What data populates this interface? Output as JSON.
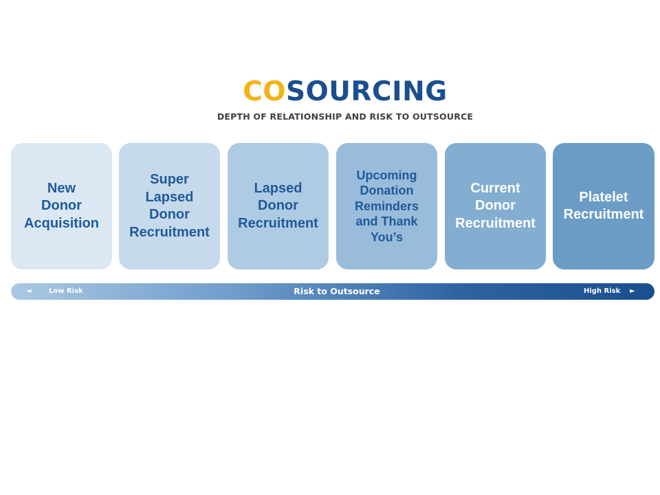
{
  "header": {
    "logo_highlight": "CO",
    "logo_rest": "SOURCING",
    "subtitle": "DEPTH OF RELATIONSHIP AND RISK TO OUTSOURCE"
  },
  "stages": [
    {
      "label": "New\nDonor\nAcquisition",
      "color": "#dbe8f4",
      "text_color": "#1f5a9a"
    },
    {
      "label": "Super\nLapsed\nDonor\nRecruitment",
      "color": "#c6daec",
      "text_color": "#1f5a9a"
    },
    {
      "label": "Lapsed\nDonor\nRecruitment",
      "color": "#afcbe3",
      "text_color": "#1f5a9a"
    },
    {
      "label": "Upcoming\nDonation\nReminders\nand Thank\nYou’s",
      "color": "#99bcda",
      "text_color": "#1f5a9a"
    },
    {
      "label": "Current\nDonor\nRecruitment",
      "color": "#83add1",
      "text_color": "#ffffff"
    },
    {
      "label": "Platelet\nRecruitment",
      "color": "#6b9cc6",
      "text_color": "#ffffff"
    }
  ],
  "risk_bar": {
    "low_label": "Low Risk",
    "center_label": "Risk to Outsource",
    "high_label": "High Risk",
    "low_arrow_icon": "◄",
    "high_arrow_icon": "►"
  },
  "colors": {
    "logo_accent": "#f5b216",
    "logo_primary": "#1a4f8f",
    "bar_start": "#aac8e3",
    "bar_end": "#1a4f8f"
  }
}
